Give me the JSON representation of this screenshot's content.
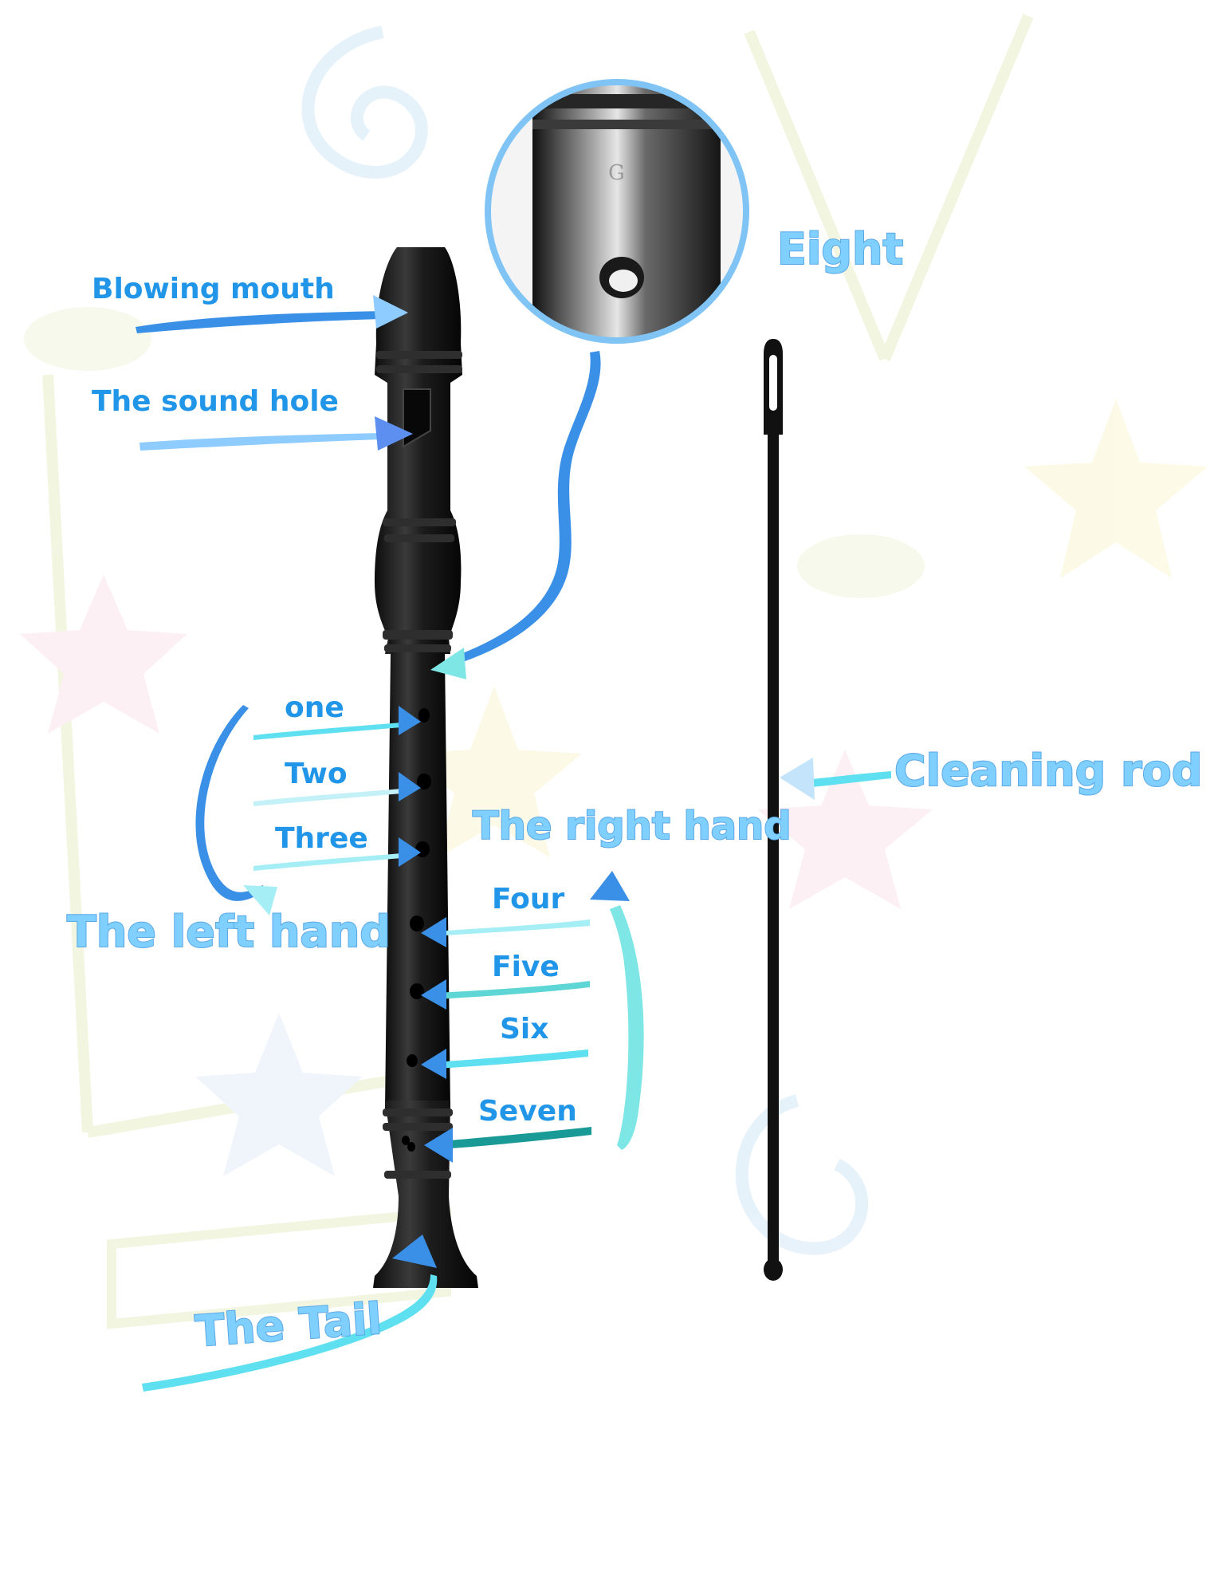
{
  "labels": {
    "blowing_mouth": "Blowing mouth",
    "sound_hole": "The sound hole",
    "eight": "Eight",
    "cleaning_rod": "Cleaning rod",
    "one": "one",
    "two": "Two",
    "three": "Three",
    "left_hand": "The left hand",
    "right_hand": "The right hand",
    "four": "Four",
    "five": "Five",
    "six": "Six",
    "seven": "Seven",
    "tail": "The Tail"
  },
  "zoom_marking": "G",
  "colors": {
    "recorder": "#1a1a1a",
    "arrow_blue": "#3a8fe6",
    "arrow_cyan": "#5fe0f0",
    "arrow_teal": "#2bb5b0",
    "label_blue": "#2196e8",
    "zoom_ring": "#7fc4f5"
  }
}
